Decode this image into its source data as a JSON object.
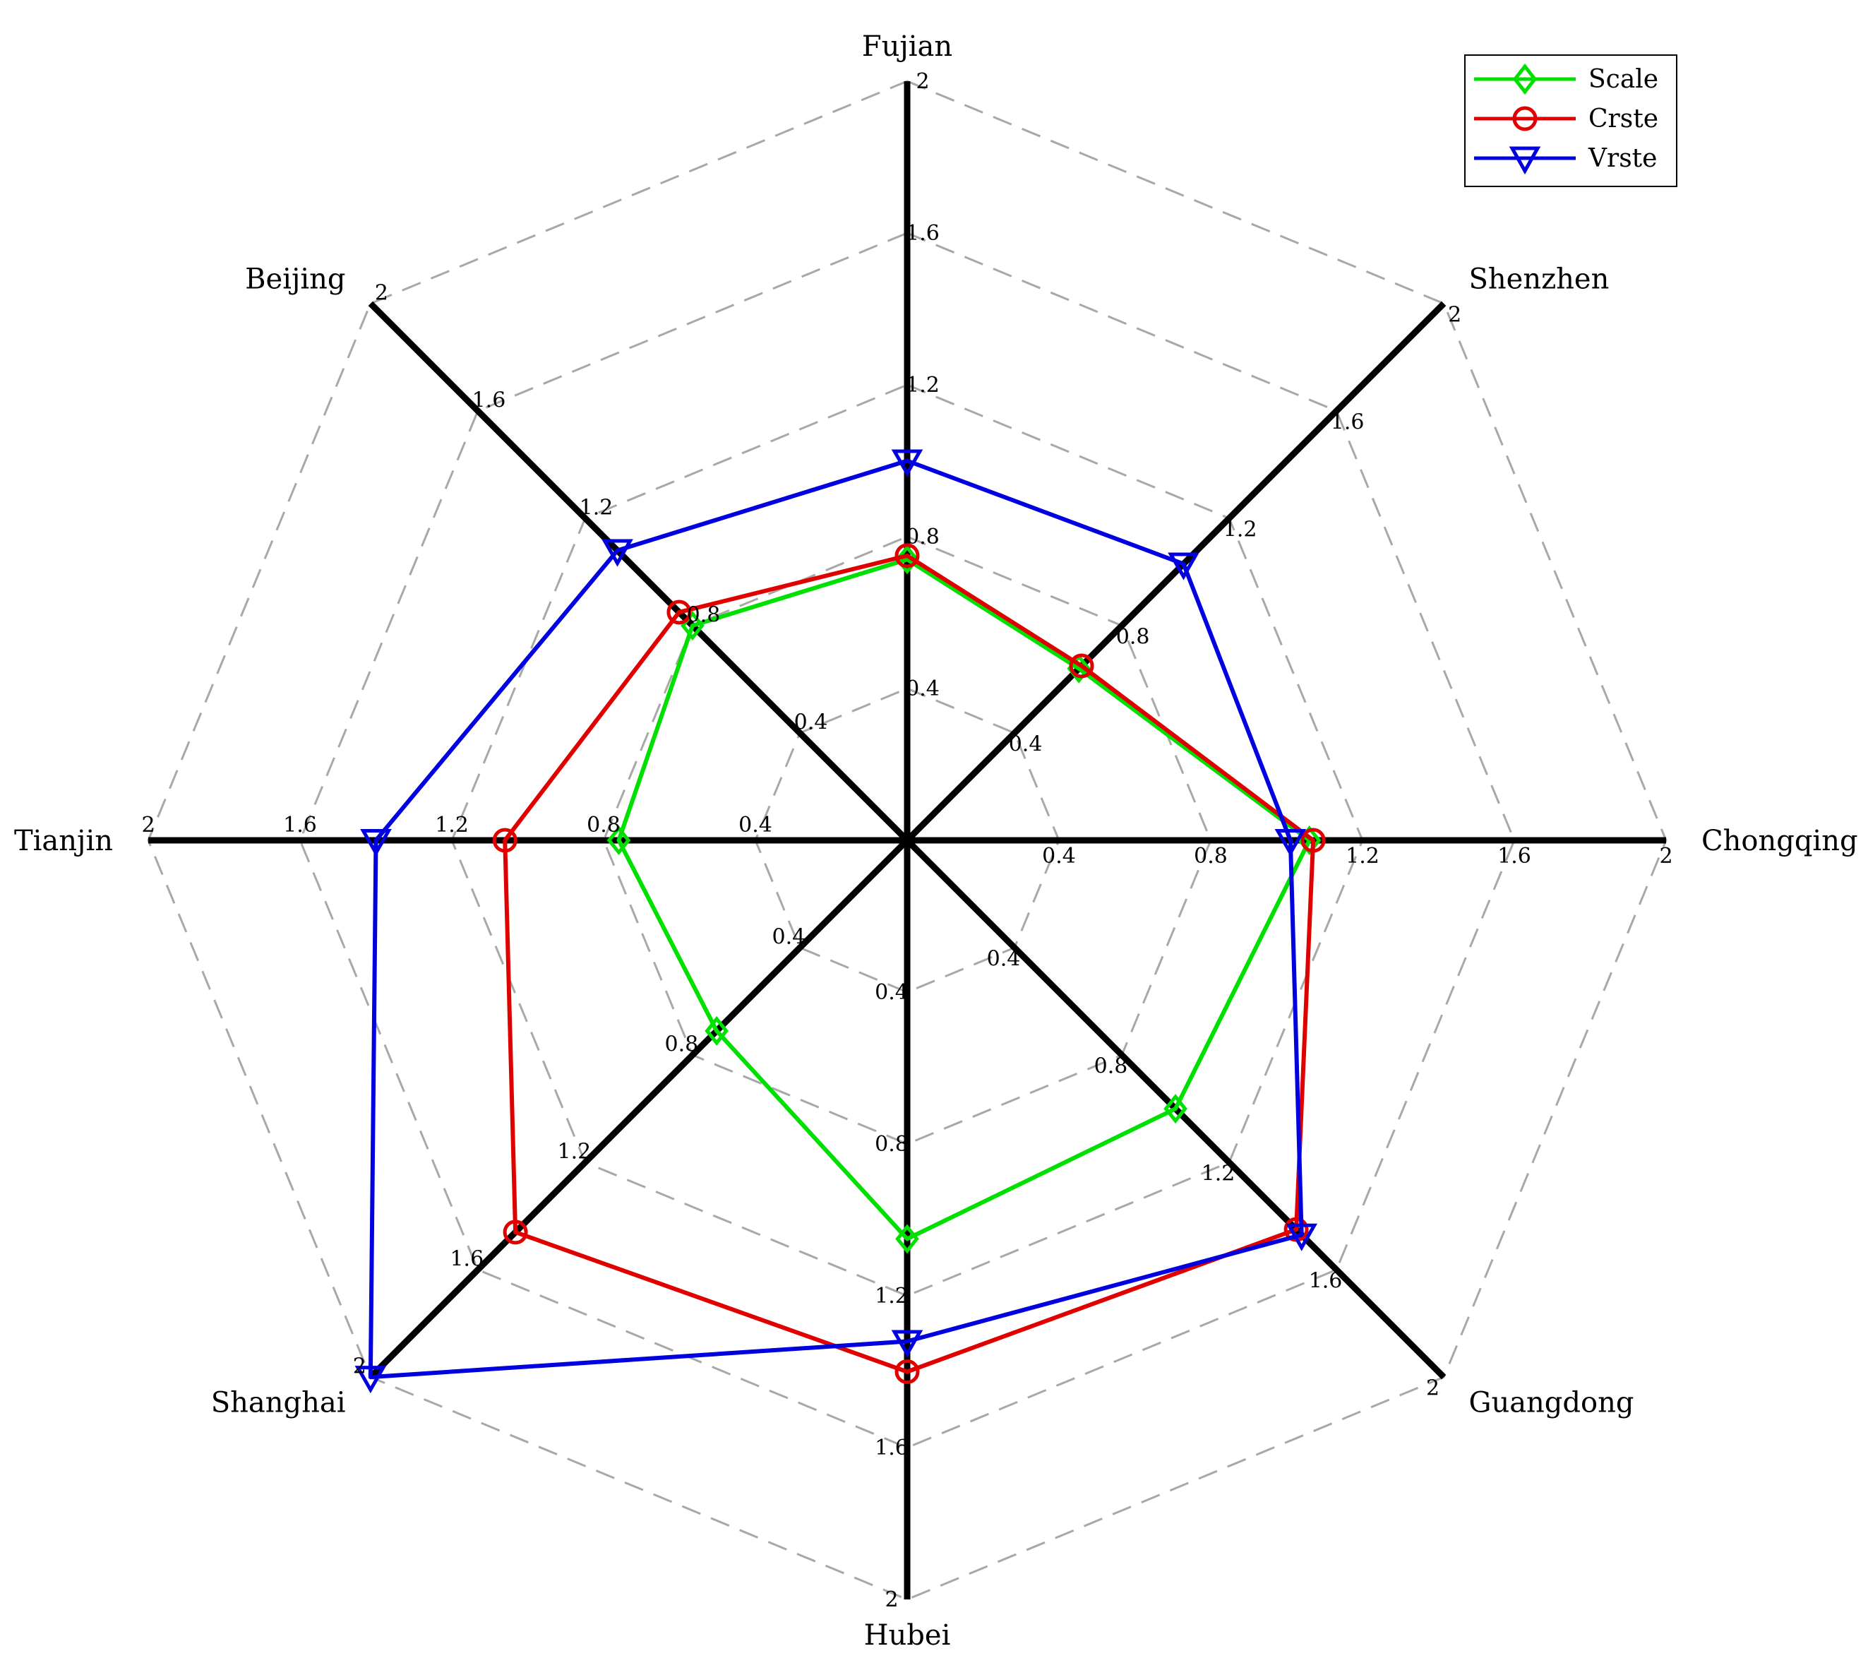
{
  "chart_data": {
    "type": "radar",
    "categories": [
      "Fujian",
      "Shenzhen",
      "Chongqing",
      "Guangdong",
      "Hubei",
      "Shanghai",
      "Tianjin",
      "Beijing"
    ],
    "r_ticks": [
      "0.4",
      "0.8",
      "1.2",
      "1.6",
      "2"
    ],
    "r_tick_values": [
      0.4,
      0.8,
      1.2,
      1.6,
      2.0
    ],
    "rlim": [
      0,
      2
    ],
    "grid": true,
    "legend_position": "top-right",
    "series": [
      {
        "name": "Scale",
        "color": "#00e000",
        "marker": "diamond",
        "values": [
          0.74,
          0.64,
          1.06,
          1.0,
          1.05,
          0.71,
          0.76,
          0.8
        ]
      },
      {
        "name": "Crste",
        "color": "#e00000",
        "marker": "circle",
        "values": [
          0.75,
          0.65,
          1.07,
          1.45,
          1.4,
          1.46,
          1.06,
          0.85
        ]
      },
      {
        "name": "Vrste",
        "color": "#0000e0",
        "marker": "triangle-down",
        "values": [
          1.0,
          1.03,
          1.01,
          1.47,
          1.32,
          2.0,
          1.4,
          1.08
        ]
      }
    ]
  }
}
